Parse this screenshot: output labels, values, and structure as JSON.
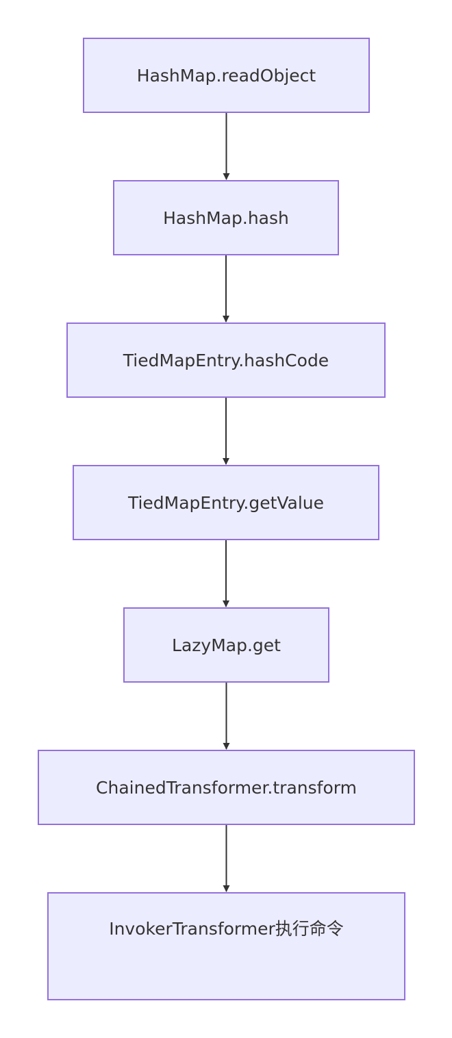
{
  "diagram": {
    "nodes": [
      {
        "id": "n1",
        "label": "HashMap.readObject"
      },
      {
        "id": "n2",
        "label": "HashMap.hash"
      },
      {
        "id": "n3",
        "label": "TiedMapEntry.hashCode"
      },
      {
        "id": "n4",
        "label": "TiedMapEntry.getValue"
      },
      {
        "id": "n5",
        "label": "LazyMap.get"
      },
      {
        "id": "n6",
        "label": "ChainedTransformer.transform"
      },
      {
        "id": "n7",
        "label": "InvokerTransformer执行命令"
      }
    ],
    "edges": [
      {
        "from": "n1",
        "to": "n2"
      },
      {
        "from": "n2",
        "to": "n3"
      },
      {
        "from": "n3",
        "to": "n4"
      },
      {
        "from": "n4",
        "to": "n5"
      },
      {
        "from": "n5",
        "to": "n6"
      },
      {
        "from": "n6",
        "to": "n7"
      }
    ],
    "colors": {
      "node_fill": "#ececff",
      "node_border": "#9370db",
      "text": "#333333",
      "edge": "#333333"
    }
  }
}
